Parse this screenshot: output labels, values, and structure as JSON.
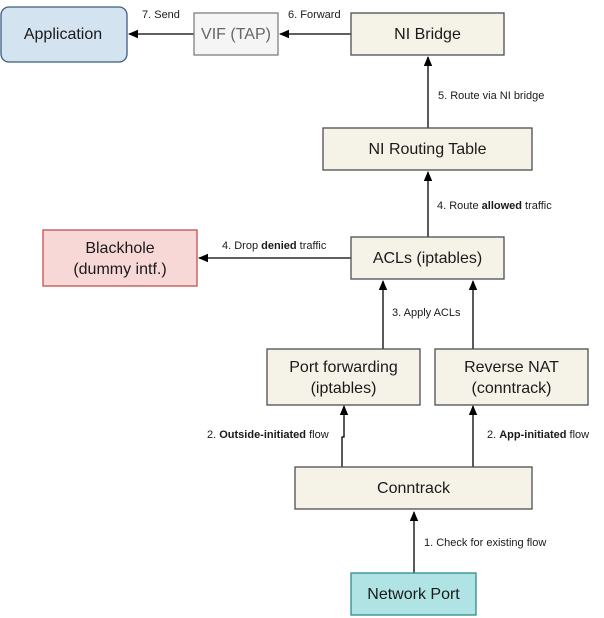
{
  "nodes": {
    "application": "Application",
    "vif_tap": "VIF (TAP)",
    "ni_bridge": "NI Bridge",
    "ni_routing_table": "NI Routing Table",
    "acls": "ACLs (iptables)",
    "blackhole_line1": "Blackhole",
    "blackhole_line2": "(dummy intf.)",
    "port_forwarding_line1": "Port forwarding",
    "port_forwarding_line2": "(iptables)",
    "reverse_nat_line1": "Reverse NAT",
    "reverse_nat_line2": "(conntrack)",
    "conntrack": "Conntrack",
    "network_port": "Network Port"
  },
  "edges": {
    "send": "7. Send",
    "forward": "6. Forward",
    "route_bridge": "5. Route via NI bridge",
    "route_allowed_pre": "4. Route ",
    "route_allowed_bold": "allowed",
    "route_allowed_post": " traffic",
    "drop_denied_pre": "4. Drop ",
    "drop_denied_bold": "denied",
    "drop_denied_post": " traffic",
    "apply_acls": "3. Apply ACLs",
    "outside_pre": "2. ",
    "outside_bold": "Outside-initiated",
    "outside_post": " flow",
    "app_pre": "2. ",
    "app_bold": "App-initiated",
    "app_post": " flow",
    "check_flow": "1. Check for existing flow"
  },
  "colors": {
    "default_fill": "#f5f2e8",
    "application_fill": "#d4e3f0",
    "application_stroke": "#3d5a80",
    "vif_fill": "#f5f5f5",
    "vif_stroke": "#808080",
    "blackhole_fill": "#f8d7d7",
    "blackhole_stroke": "#c0504d",
    "network_port_fill": "#b0e3e3",
    "network_port_stroke": "#2e8b8b"
  }
}
